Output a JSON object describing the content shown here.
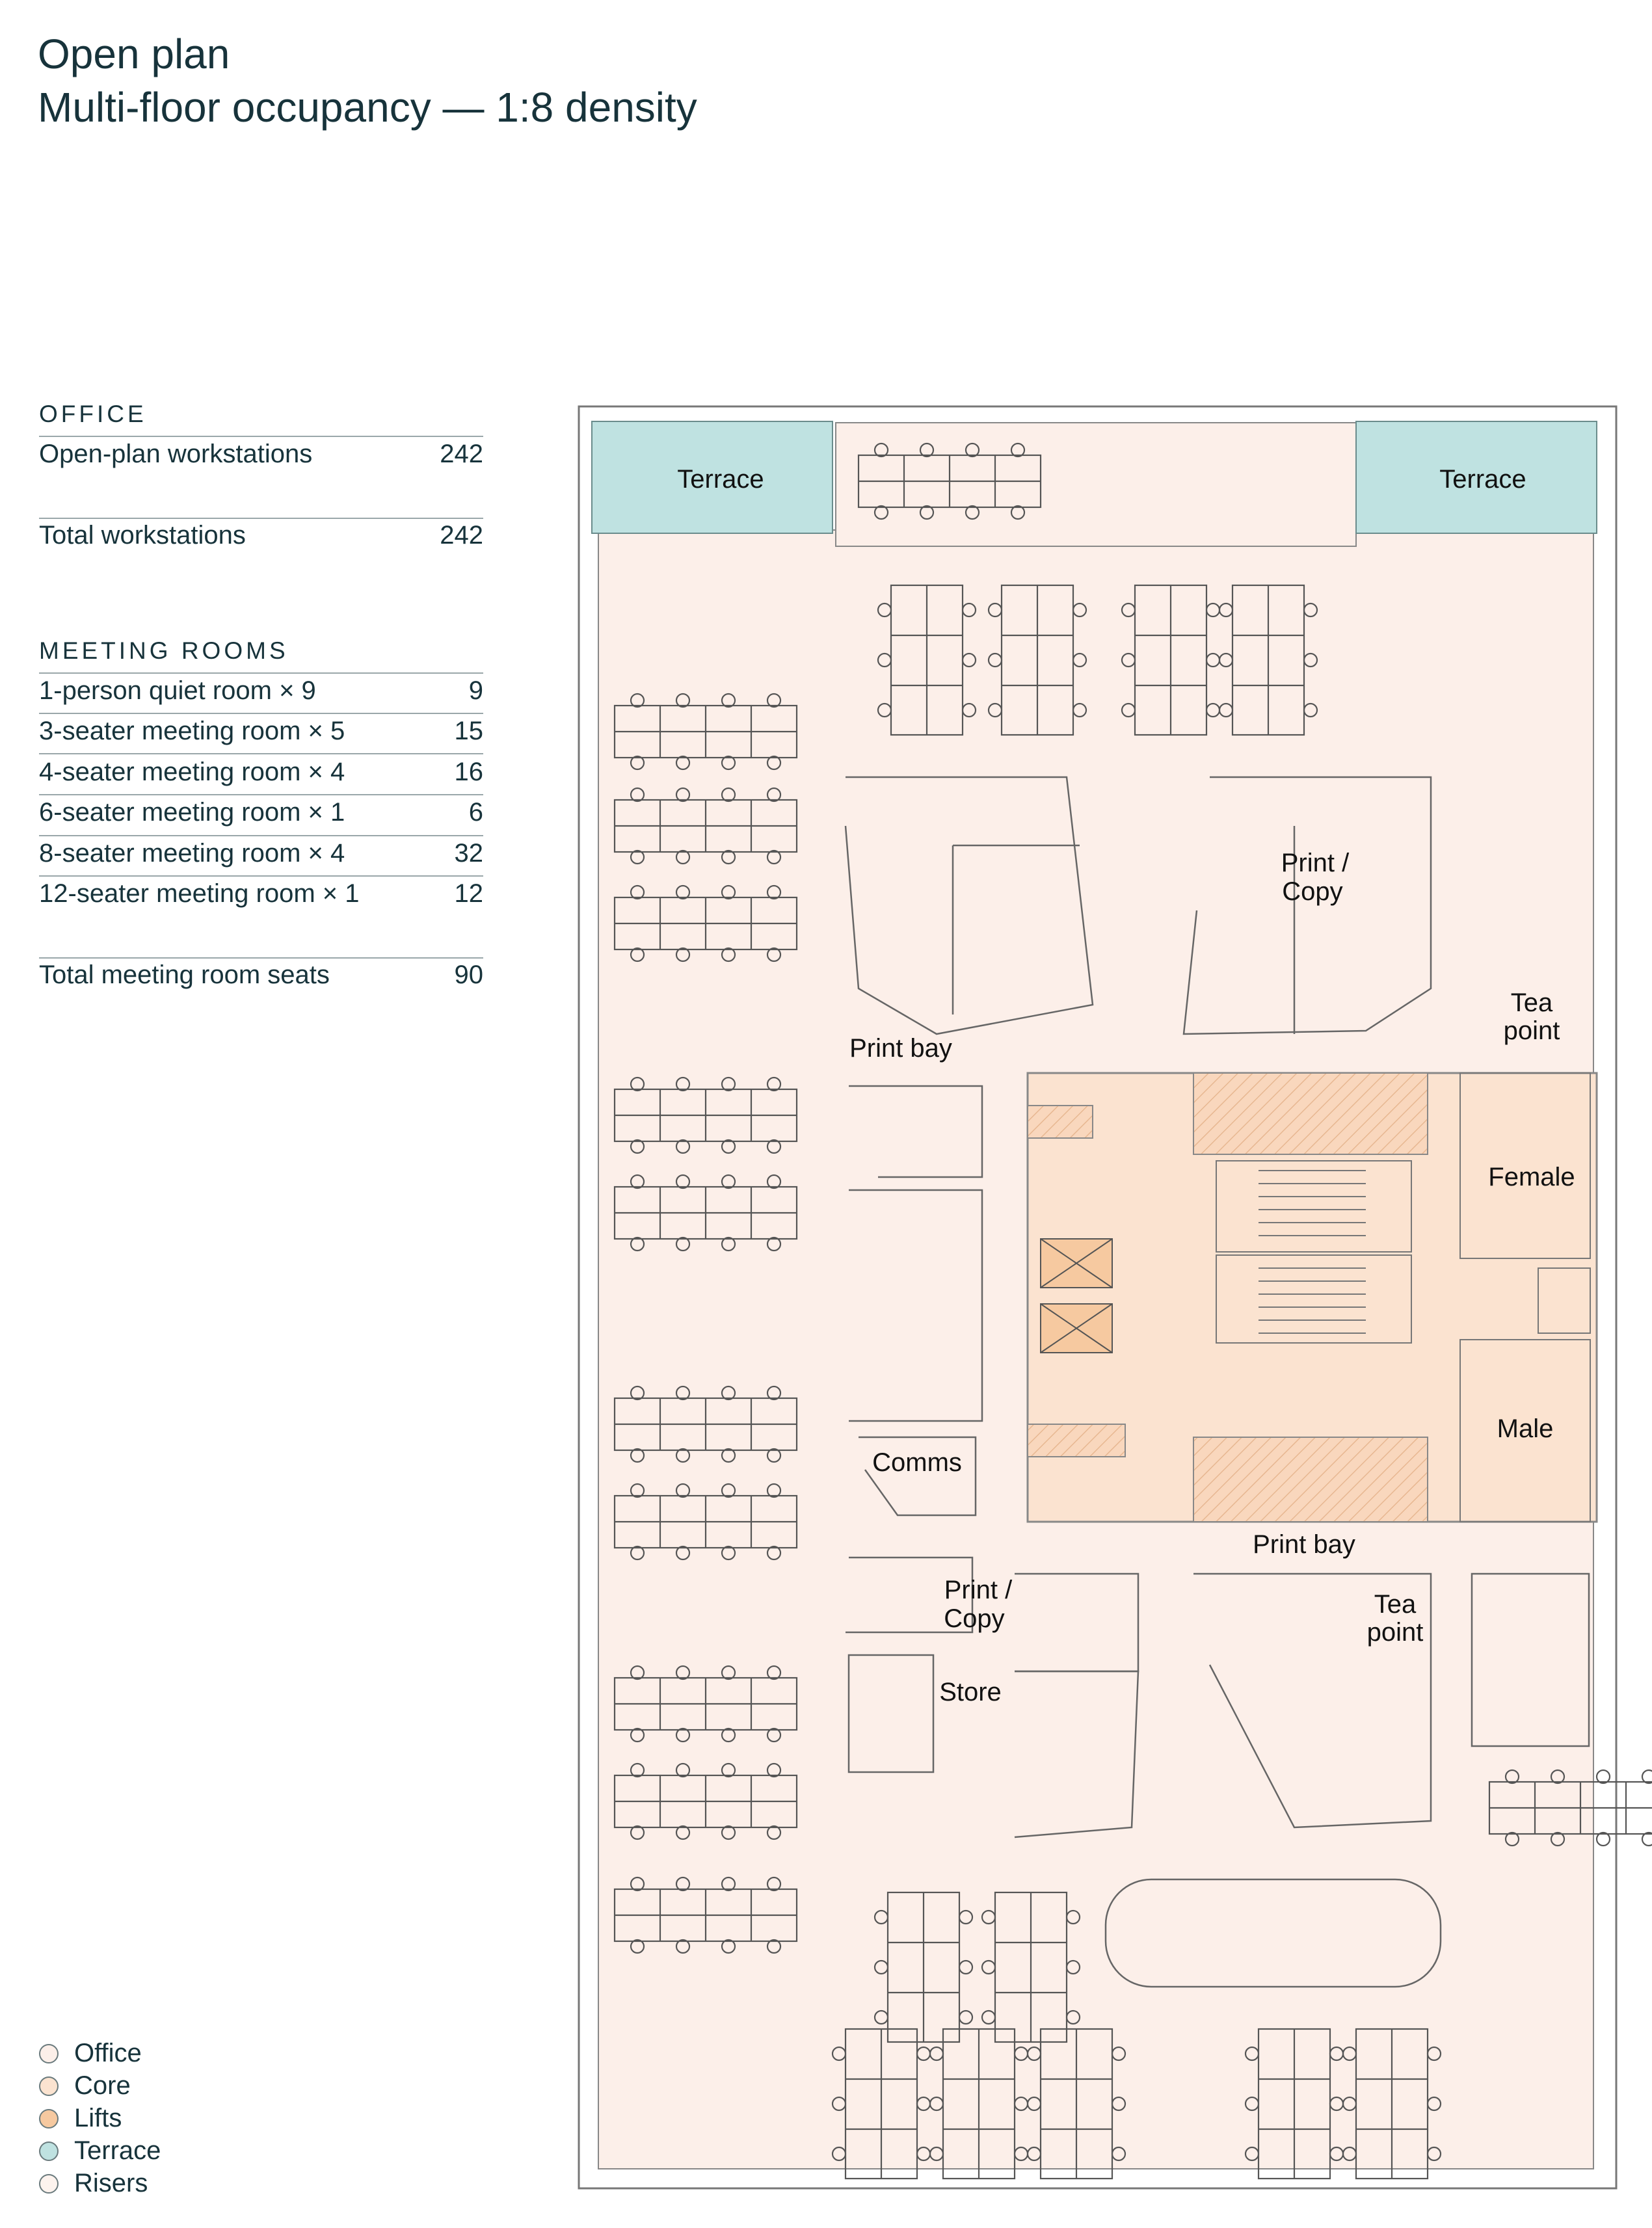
{
  "title": {
    "line1": "Open plan",
    "line2": "Multi-floor occupancy — 1:8 density"
  },
  "office": {
    "heading": "OFFICE",
    "rows": [
      {
        "label": "Open-plan workstations",
        "value": "242"
      }
    ],
    "total": {
      "label": "Total workstations",
      "value": "242"
    }
  },
  "meeting": {
    "heading": "MEETING ROOMS",
    "rows": [
      {
        "label": "1-person quiet room × 9",
        "value": "9"
      },
      {
        "label": "3-seater meeting room × 5",
        "value": "15"
      },
      {
        "label": "4-seater meeting room × 4",
        "value": "16"
      },
      {
        "label": "6-seater meeting room × 1",
        "value": "6"
      },
      {
        "label": "8-seater meeting room × 4",
        "value": "32"
      },
      {
        "label": "12-seater meeting room × 1",
        "value": "12"
      }
    ],
    "total": {
      "label": "Total meeting room seats",
      "value": "90"
    }
  },
  "legend": [
    {
      "label": "Office",
      "color": "#fcefe9"
    },
    {
      "label": "Core",
      "color": "#fbe3d0"
    },
    {
      "label": "Lifts",
      "color": "#f6c9a0"
    },
    {
      "label": "Terrace",
      "color": "#bfe2e1"
    },
    {
      "label": "Risers",
      "color": "#fdf3ee"
    }
  ],
  "plan_labels": {
    "terrace_left": "Terrace",
    "terrace_right": "Terrace",
    "print_copy_top_1": "Print /",
    "print_copy_top_2": "Copy",
    "print_bay_top": "Print bay",
    "tea_point_top_1": "Tea",
    "tea_point_top_2": "point",
    "female": "Female",
    "male": "Male",
    "comms": "Comms",
    "print_bay_bottom": "Print bay",
    "print_copy_bottom_1": "Print /",
    "print_copy_bottom_2": "Copy",
    "store": "Store",
    "tea_point_bottom_1": "Tea",
    "tea_point_bottom_2": "point"
  }
}
